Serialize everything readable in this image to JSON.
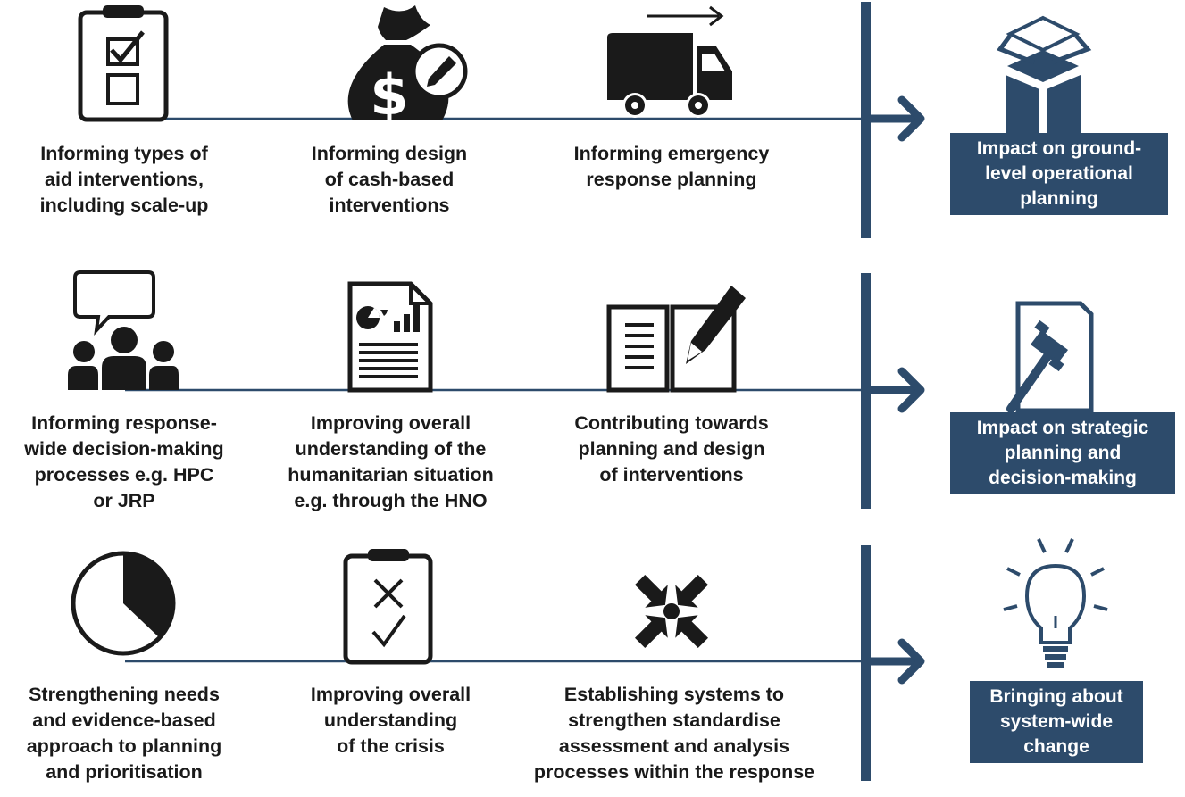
{
  "colors": {
    "navy": "#2d4b6b",
    "icon": "#1a1a1a",
    "line": "#2d4b6b"
  },
  "rows": [
    {
      "items": [
        {
          "icon": "checklist-icon",
          "label": "Informing types of\naid interventions,\nincluding scale-up"
        },
        {
          "icon": "money-bag-icon",
          "label": "Informing design\nof cash-based\ninterventions"
        },
        {
          "icon": "truck-icon",
          "label": "Informing emergency\nresponse planning"
        }
      ],
      "impact": {
        "icon": "open-box-icon",
        "label": "Impact on ground-\nlevel operational\nplanning"
      }
    },
    {
      "items": [
        {
          "icon": "meeting-people-icon",
          "label": "Informing response-\nwide decision-making\nprocesses e.g. HPC\nor JRP"
        },
        {
          "icon": "report-document-icon",
          "label": "Improving overall\nunderstanding of the\nhumanitarian situation\ne.g. through the HNO"
        },
        {
          "icon": "open-book-pen-icon",
          "label": "Contributing towards\nplanning and design\nof interventions"
        }
      ],
      "impact": {
        "icon": "gavel-document-icon",
        "label": "Impact on strategic\nplanning and\ndecision-making"
      }
    },
    {
      "items": [
        {
          "icon": "pie-chart-icon",
          "label": "Strengthening needs\nand evidence-based\napproach to planning\nand prioritisation"
        },
        {
          "icon": "cross-check-clipboard-icon",
          "label": "Improving overall\nunderstanding\nof the crisis"
        },
        {
          "icon": "converging-arrows-icon",
          "label": "Establishing systems to\nstrengthen standardise\nassessment and analysis\nprocesses within the response"
        }
      ],
      "impact": {
        "icon": "lightbulb-icon",
        "label": "Bringing about\nsystem-wide\nchange"
      }
    }
  ]
}
